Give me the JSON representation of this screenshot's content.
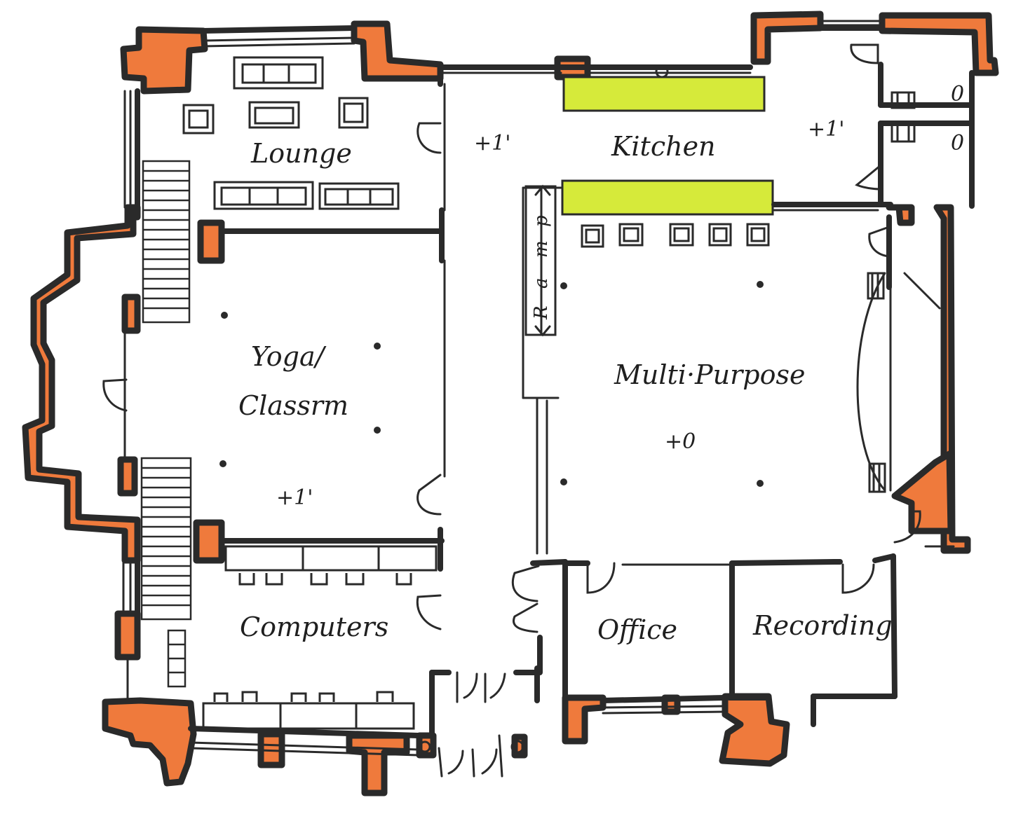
{
  "colors": {
    "wall": "#2a2a2a",
    "masonry": "#ef7a3c",
    "counter": "#d6ea3a",
    "paper": "#ffffff"
  },
  "rooms": {
    "lounge": "Lounge",
    "kitchen": "Kitchen",
    "yoga_line1": "Yoga/",
    "yoga_line2": "Classrm",
    "multipurpose": "Multi·Purpose",
    "computers": "Computers",
    "office": "Office",
    "recording": "Recording"
  },
  "elevations": {
    "corridor": "+1'",
    "kitchen": "+1'",
    "yoga": "+1'",
    "multipurpose": "+0"
  },
  "ramp": {
    "letters": [
      "R",
      "a",
      "m",
      "p"
    ]
  },
  "fixtures": {
    "toilet_upper": "0",
    "toilet_lower": "0"
  }
}
